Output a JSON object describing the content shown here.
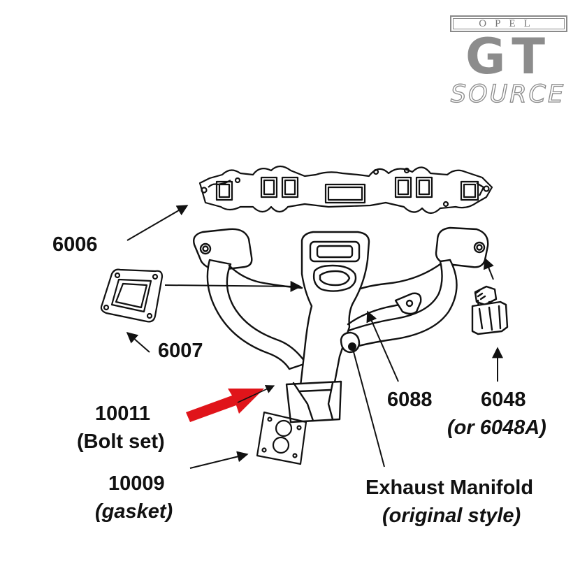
{
  "logo": {
    "brand": "OPEL",
    "model": "GT",
    "tagline": "SOURCE"
  },
  "callouts": {
    "header_gasket": "6006",
    "flange_gasket": "6007",
    "bolt_set_number": "10011",
    "bolt_set_desc": "(Bolt set)",
    "gasket_number": "10009",
    "gasket_desc": "(gasket)",
    "manifold_part": "6088",
    "bolt_part": "6048",
    "bolt_alt": "(or 6048A)",
    "manifold_title": "Exhaust Manifold",
    "manifold_desc": "(original style)"
  },
  "colors": {
    "line": "#111111",
    "highlight_arrow": "#e0141a",
    "logo_gray": "#8a8a8a"
  }
}
